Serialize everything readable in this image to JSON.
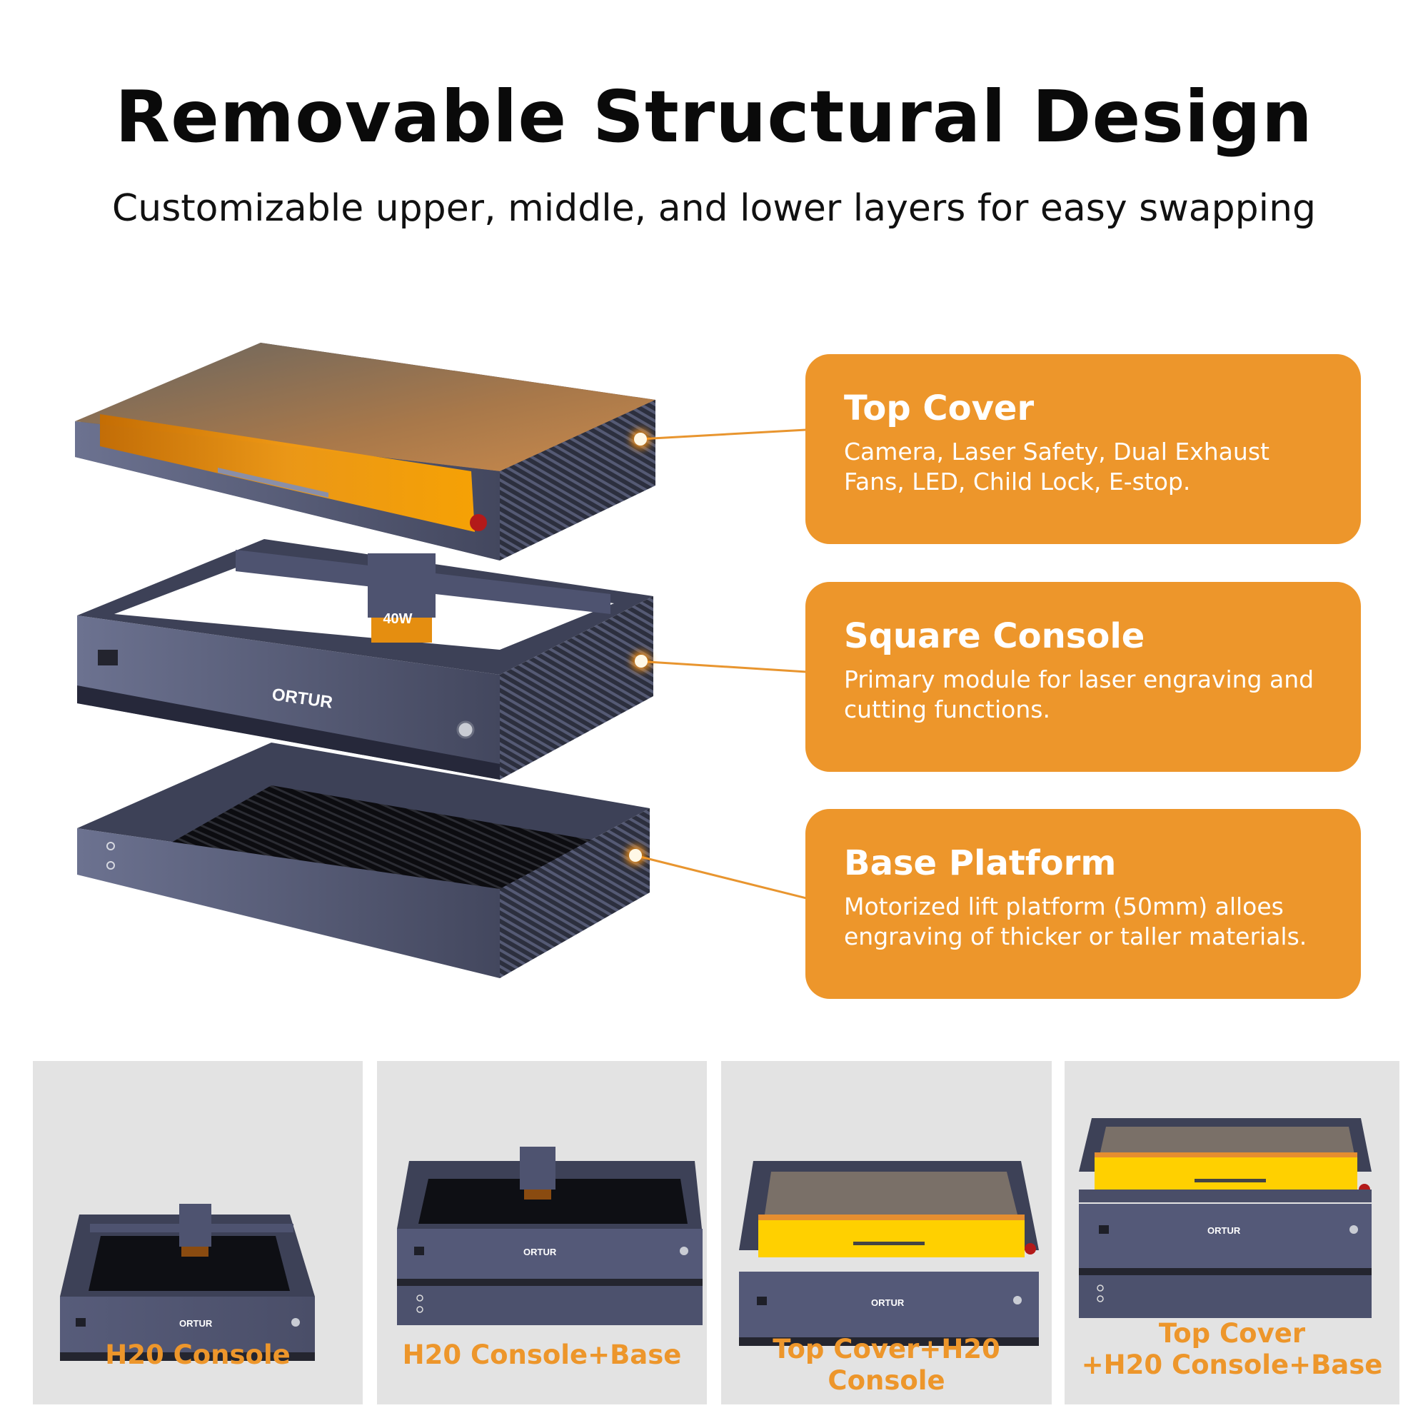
{
  "header": {
    "title": "Removable Structural Design",
    "subtitle": "Customizable upper, middle, and lower layers for easy swapping"
  },
  "colors": {
    "accent_orange": "#ed962b",
    "machine_gray": "#4f5470",
    "panel_bg": "#e3e3e3",
    "laser_glow": "#ffb000"
  },
  "features": [
    {
      "title": "Top Cover",
      "description": "Camera, Laser Safety, Dual Exhaust Fans, LED, Child Lock, E-stop."
    },
    {
      "title": "Square Console",
      "description": "Primary module for laser engraving and cutting functions."
    },
    {
      "title": "Base Platform",
      "description": "Motorized lift platform (50mm) alloes engraving of thicker or taller materials."
    }
  ],
  "product": {
    "brand": "ORTUR",
    "laser_module_label": "40W"
  },
  "configurations": [
    {
      "label": "H20 Console"
    },
    {
      "label": "H20 Console+Base"
    },
    {
      "label": "Top Cover+H20 Console"
    },
    {
      "label_line1": "Top Cover",
      "label_line2": "+H20 Console+Base"
    }
  ]
}
